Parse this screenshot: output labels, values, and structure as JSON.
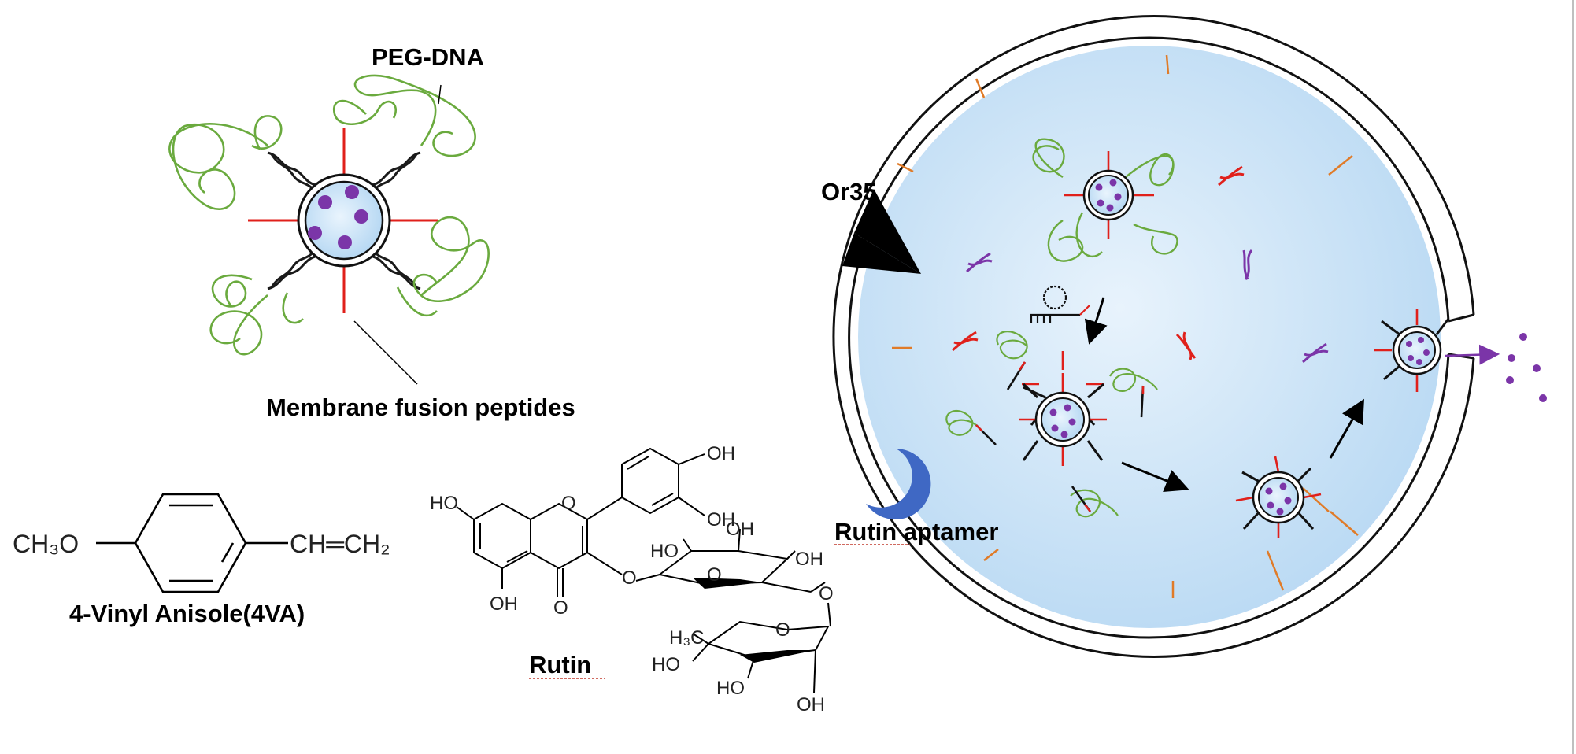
{
  "labels": {
    "peg_dna": "PEG-DNA",
    "membrane_fusion_peptides": "Membrane fusion peptides",
    "or35": "Or35",
    "rutin_aptamer": "Rutin aptamer",
    "vinyl_anisole": "4-Vinyl Anisole(4VA)",
    "rutin": "Rutin"
  },
  "chem": {
    "ch3o": "CH₃O",
    "ch_ch2": "CH═CH₂",
    "ho": "HO",
    "oh": "OH",
    "o": "O",
    "h3c": "H₃C"
  },
  "colors": {
    "peptide_red": "#e0201b",
    "peg_green": "#6aaa3e",
    "cargo_purple": "#7b35a8",
    "cell_fill": "#d3e8f8",
    "aptamer_blue": "#3f68c4",
    "receptor_orange": "#e07b28",
    "dna_black": "#1a1a1a"
  }
}
